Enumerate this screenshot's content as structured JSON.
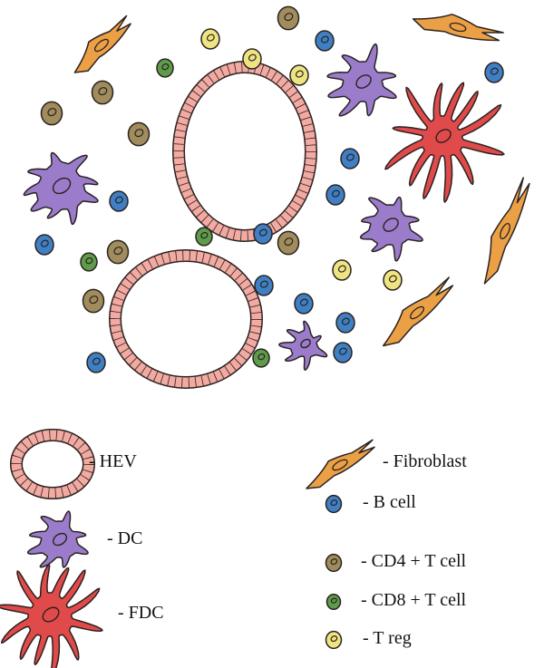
{
  "colors": {
    "b_cell": "#3f7fc4",
    "cd4_t_cell": "#a08c5c",
    "cd8_t_cell": "#5e9c4c",
    "t_reg": "#efe482",
    "dc": "#9a7ccb",
    "fdc": "#e04a4a",
    "fibroblast": "#eba046",
    "hev": "#f2aaa2",
    "outline": "#2a2220"
  },
  "legend": {
    "hev": "- HEV",
    "fibroblast": "- Fibroblast",
    "dc": "- DC",
    "b_cell": "- B cell",
    "cd4": "- CD4 + T cell",
    "cd8": "- CD8 + T cell",
    "fdc": "- FDC",
    "treg": "- T reg"
  }
}
